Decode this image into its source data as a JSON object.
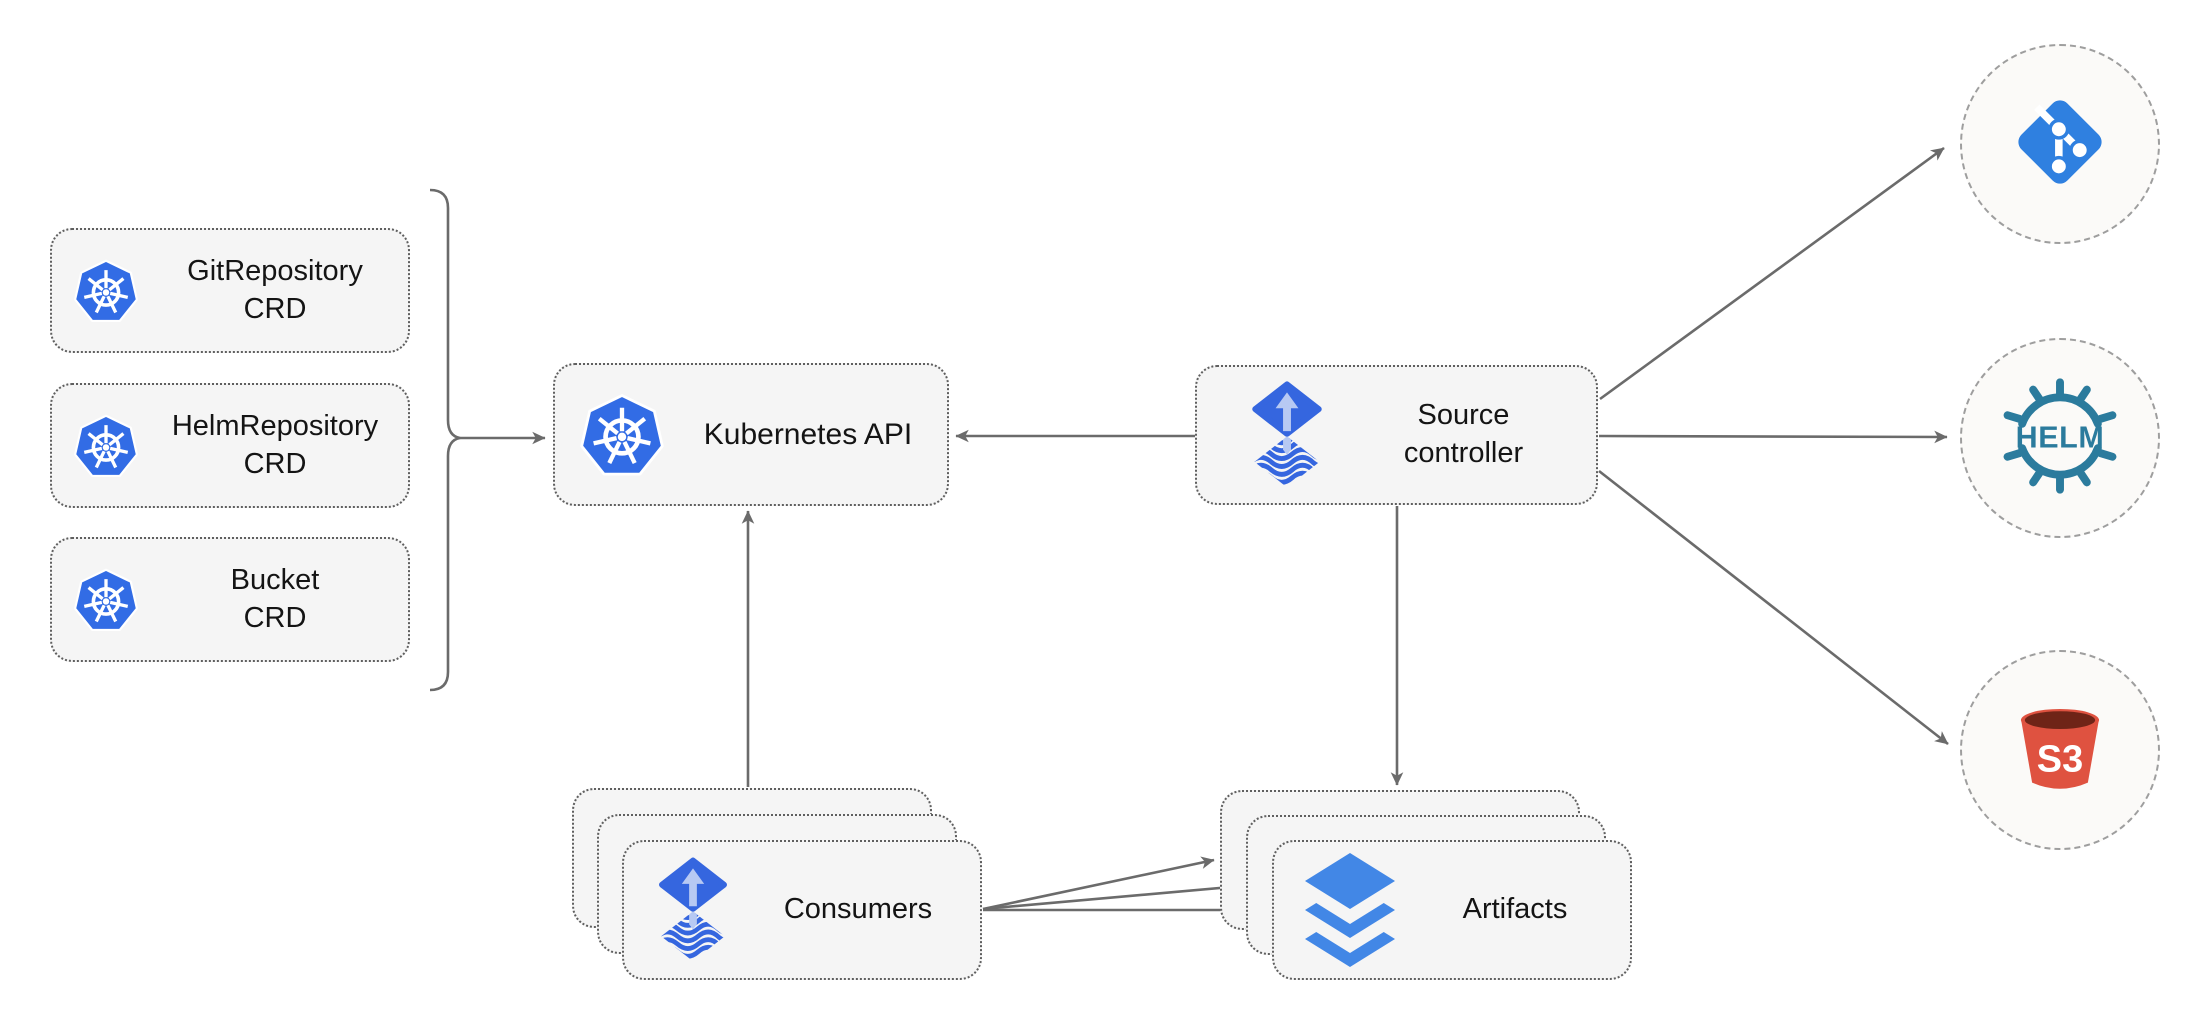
{
  "diagram": {
    "nodes": {
      "crd_boxes": [
        {
          "line1": "GitRepository",
          "line2": "CRD",
          "icon": "kubernetes-icon"
        },
        {
          "line1": "HelmRepository",
          "line2": "CRD",
          "icon": "kubernetes-icon"
        },
        {
          "line1": "Bucket",
          "line2": "CRD",
          "icon": "kubernetes-icon"
        }
      ],
      "kubernetes_api": {
        "label": "Kubernetes API",
        "icon": "kubernetes-icon"
      },
      "source_controller": {
        "line1": "Source",
        "line2": "controller",
        "icon": "flux-icon"
      },
      "consumers": {
        "label": "Consumers",
        "icon": "flux-icon",
        "stacked": 3
      },
      "artifacts": {
        "label": "Artifacts",
        "icon": "layers-icon",
        "stacked": 3
      },
      "external_endpoints": [
        {
          "name": "git",
          "icon": "git-icon"
        },
        {
          "name": "helm",
          "icon": "helm-icon",
          "logo_text": "HELM"
        },
        {
          "name": "s3",
          "icon": "s3-bucket-icon",
          "logo_text": "S3"
        }
      ]
    },
    "logos": {
      "helm_text": "HELM",
      "s3_text": "S3"
    },
    "edges": [
      {
        "from": "crd-bracket",
        "to": "kubernetes-api",
        "arrows": 1
      },
      {
        "from": "source-controller",
        "to": "kubernetes-api",
        "arrows": 1
      },
      {
        "from": "consumers",
        "to": "kubernetes-api",
        "arrows": 1
      },
      {
        "from": "source-controller",
        "to": "artifacts",
        "arrows": 1
      },
      {
        "from": "source-controller",
        "to": "git",
        "arrows": 1
      },
      {
        "from": "source-controller",
        "to": "helm",
        "arrows": 1
      },
      {
        "from": "source-controller",
        "to": "s3",
        "arrows": 1
      },
      {
        "from": "consumers",
        "to": "artifacts",
        "arrows": 3
      }
    ],
    "colors": {
      "kubernetes_blue": "#326ce5",
      "flux_blue": "#3566df",
      "flux_arrow_light": "#b7c9f3",
      "git_blue": "#2f80e0",
      "helm_teal": "#2b7b9d",
      "s3_red": "#df5240",
      "s3_dark": "#6f2417",
      "layers_blue": "#4287e6",
      "box_fill": "#f5f5f5",
      "box_border": "#5f5f5f",
      "circle_border": "#9e9e9e",
      "line_gray": "#6b6b6b",
      "text": "#141414"
    }
  }
}
